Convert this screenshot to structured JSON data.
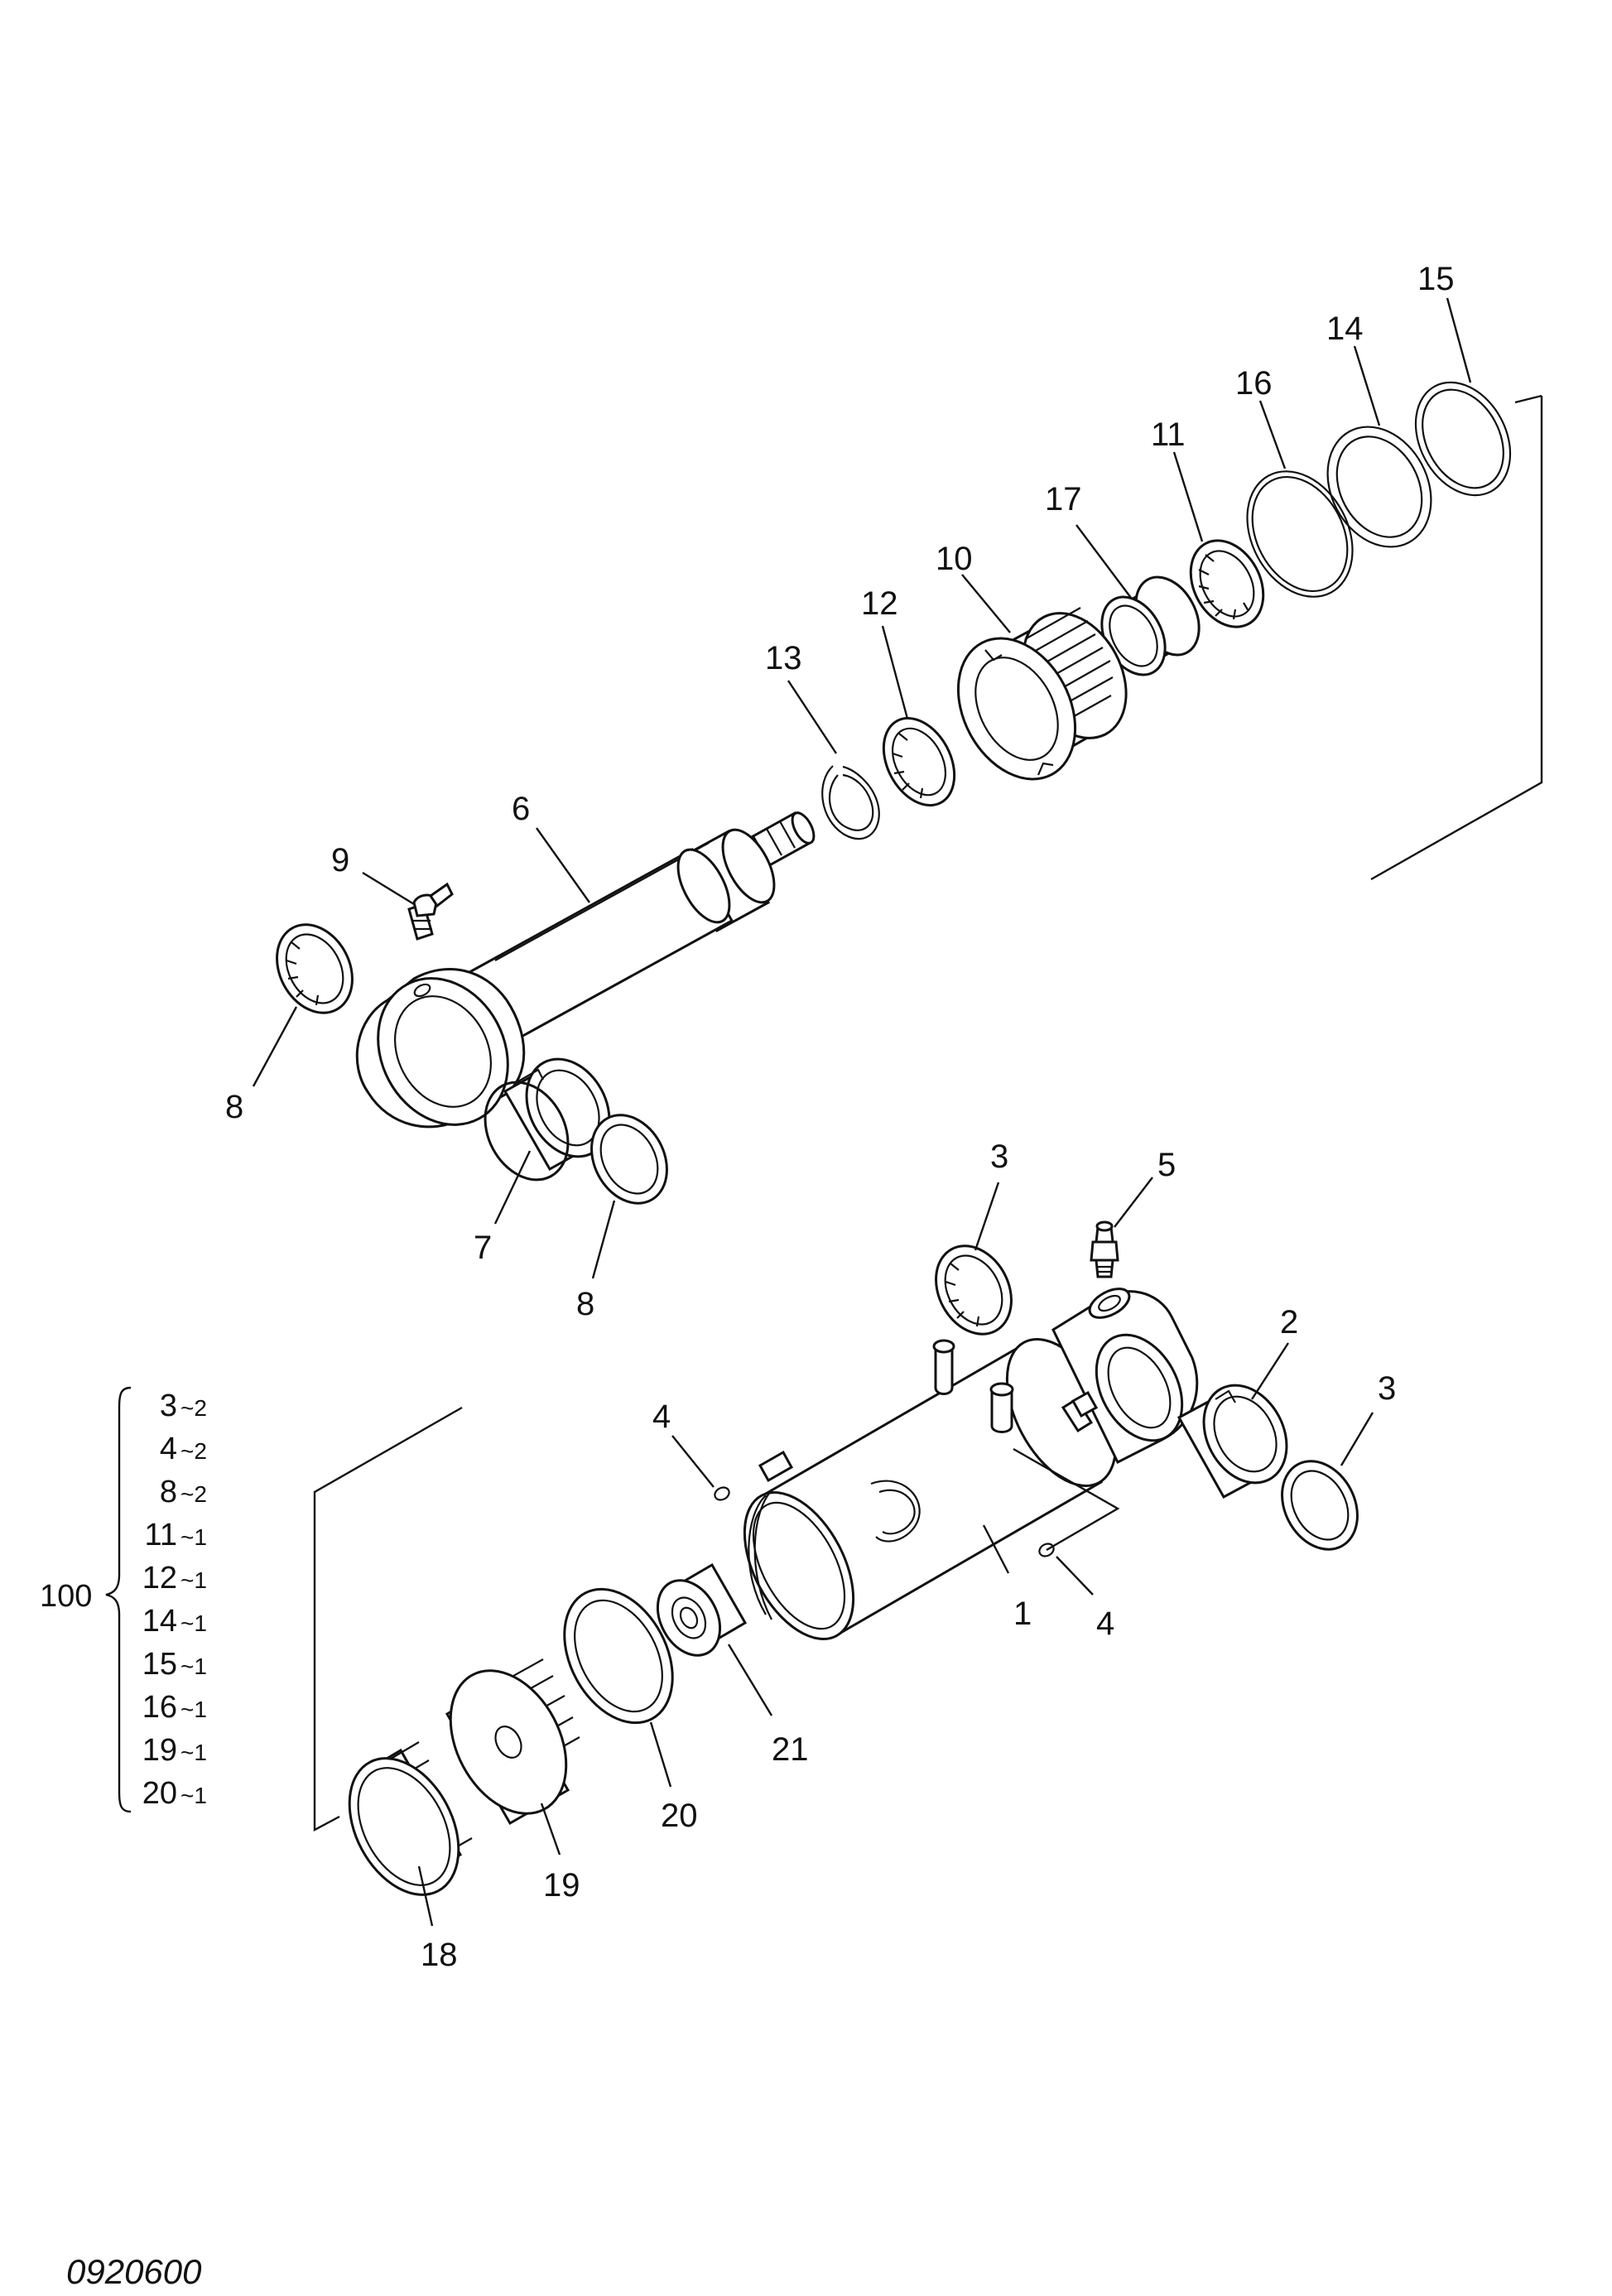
{
  "drawing_number": "0920600",
  "callouts": {
    "c1": "1",
    "c2": "2",
    "c3a": "3",
    "c3b": "3",
    "c4a": "4",
    "c4b": "4",
    "c5": "5",
    "c6": "6",
    "c7": "7",
    "c8a": "8",
    "c8b": "8",
    "c9": "9",
    "c10": "10",
    "c11": "11",
    "c12": "12",
    "c13": "13",
    "c14": "14",
    "c15": "15",
    "c16": "16",
    "c17": "17",
    "c18": "18",
    "c19": "19",
    "c20": "20",
    "c21": "21"
  },
  "kit": {
    "number": "100",
    "items": [
      {
        "part": "3",
        "qty": "~2"
      },
      {
        "part": "4",
        "qty": "~2"
      },
      {
        "part": "8",
        "qty": "~2"
      },
      {
        "part": "11",
        "qty": "~1"
      },
      {
        "part": "12",
        "qty": "~1"
      },
      {
        "part": "14",
        "qty": "~1"
      },
      {
        "part": "15",
        "qty": "~1"
      },
      {
        "part": "16",
        "qty": "~1"
      },
      {
        "part": "19",
        "qty": "~1"
      },
      {
        "part": "20",
        "qty": "~1"
      }
    ]
  }
}
